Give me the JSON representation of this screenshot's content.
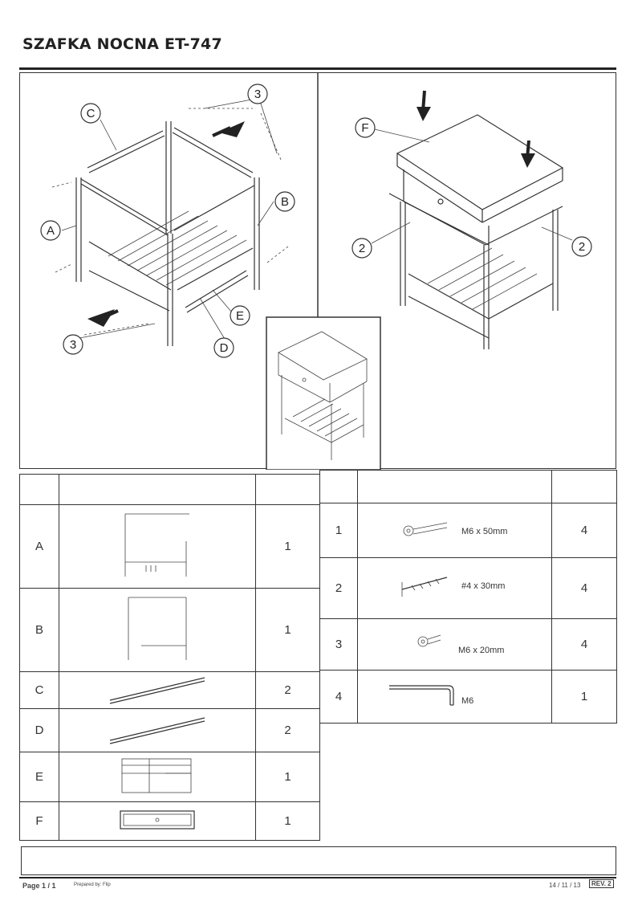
{
  "title": "SZAFKA NOCNA ET-747",
  "diagram": {
    "left_labels": [
      "C",
      "3",
      "B",
      "A",
      "E",
      "3",
      "D"
    ],
    "right_labels": [
      "F",
      "2",
      "2"
    ]
  },
  "parts_table": {
    "rows": [
      {
        "id": "A",
        "qty": "1",
        "icon": "side-frame-a-icon"
      },
      {
        "id": "B",
        "qty": "1",
        "icon": "side-frame-b-icon"
      },
      {
        "id": "C",
        "qty": "2",
        "icon": "rail-c-icon"
      },
      {
        "id": "D",
        "qty": "2",
        "icon": "rail-d-icon"
      },
      {
        "id": "E",
        "qty": "1",
        "icon": "slatted-shelf-icon"
      },
      {
        "id": "F",
        "qty": "1",
        "icon": "drawer-top-icon"
      }
    ]
  },
  "hardware_table": {
    "rows": [
      {
        "id": "1",
        "spec": "M6 x 50mm",
        "qty": "4",
        "icon": "bolt-long-icon"
      },
      {
        "id": "2",
        "spec": "#4 x 30mm",
        "qty": "4",
        "icon": "wood-screw-icon"
      },
      {
        "id": "3",
        "spec": "M6 x 20mm",
        "qty": "4",
        "icon": "bolt-short-icon"
      },
      {
        "id": "4",
        "spec": "M6",
        "qty": "1",
        "icon": "allen-key-icon"
      }
    ]
  },
  "footer": {
    "page": "Page 1 / 1",
    "prepared": "Prepared by: Flip",
    "date": "14 / 11 / 13",
    "rev": "REV. 2"
  }
}
